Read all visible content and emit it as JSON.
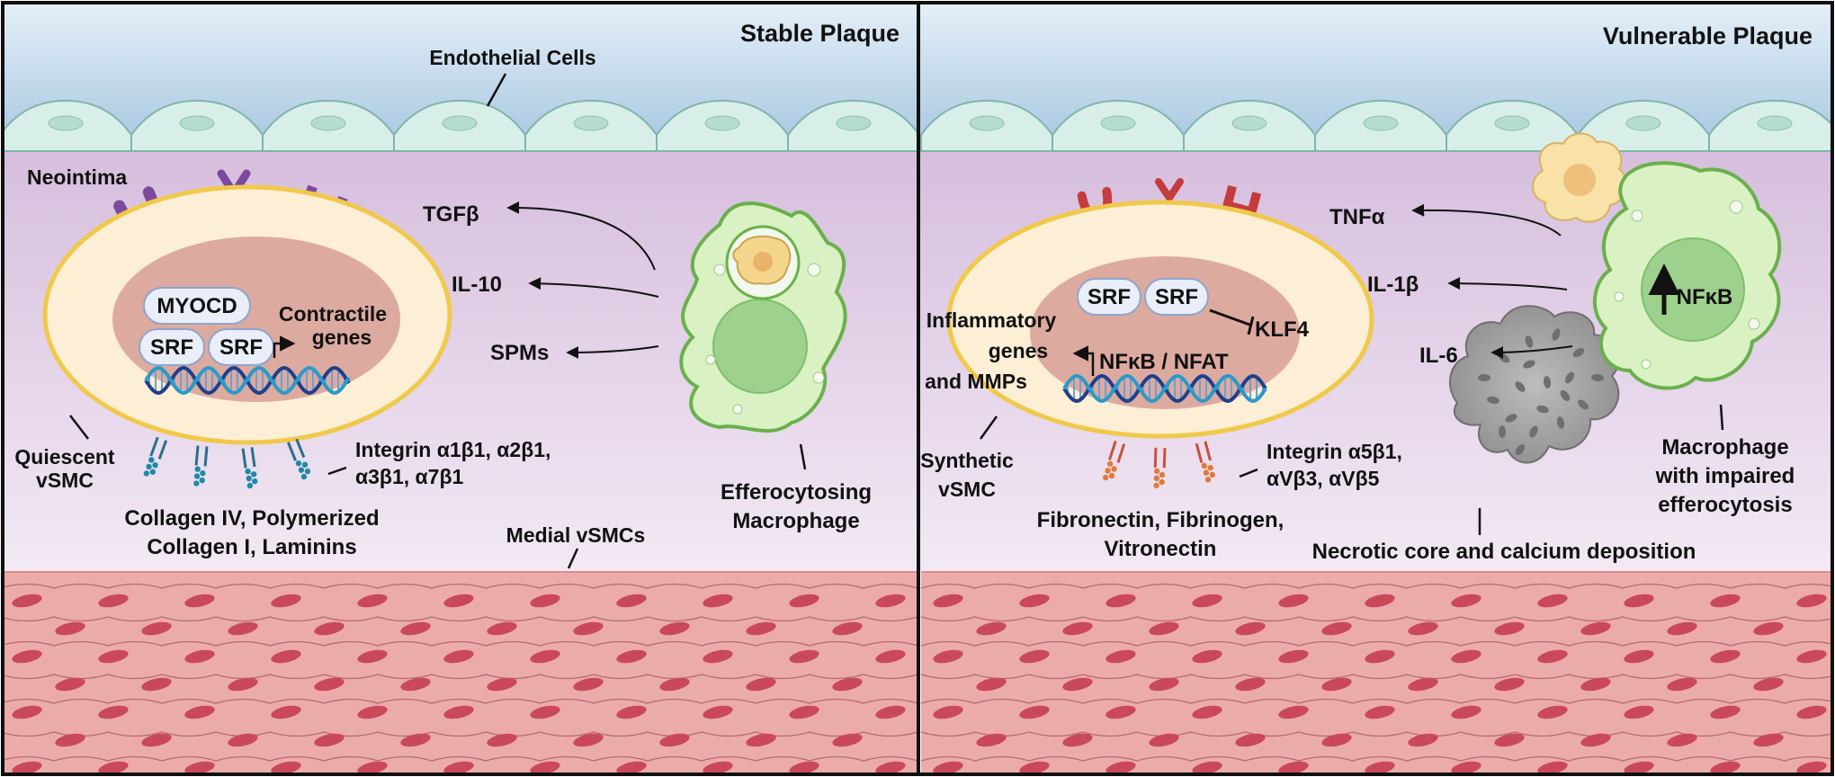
{
  "colors": {
    "lumen": "#b8d2e6",
    "endothelium": "#d8efe9",
    "intima_top": "#d8c3de",
    "intima_bottom": "#efe5f1",
    "media": "#ecabab",
    "smc_nucleus": "#c9495a",
    "vsmc_body": "#fdeed6",
    "vsmc_border": "#f0c94b",
    "nucleus": "#ddaaa0",
    "macrophage": "#d9f1c3",
    "macrophage_border": "#6ab04c",
    "macrophage_nucleus": "#9fd18e",
    "stable_receptor": "#7b4a9e",
    "vulnerable_receptor": "#c43c3c",
    "dna_a": "#1f3f8a",
    "dna_b": "#2a9ac8"
  },
  "stable": {
    "title": "Stable Plaque",
    "endothelial_label": "Endothelial Cells",
    "neointima_label": "Neointima",
    "cytokines": [
      "TGFβ",
      "IL-10",
      "SPMs"
    ],
    "myocd": "MYOCD",
    "srf": [
      "SRF",
      "SRF"
    ],
    "contractile_line1": "Contractile",
    "contractile_line2": "genes",
    "vsmc_line1": "Quiescent",
    "vsmc_line2": "vSMC",
    "integrin_line1": "Integrin α1β1, α2β1,",
    "integrin_line2": "α3β1, α7β1",
    "ecm_line1": "Collagen IV, Polymerized",
    "ecm_line2": "Collagen I, Laminins",
    "medial_label": "Medial vSMCs",
    "macrophage_line1": "Efferocytosing",
    "macrophage_line2": "Macrophage"
  },
  "vulnerable": {
    "title": "Vulnerable Plaque",
    "cytokines": [
      "TNFα",
      "IL-1β",
      "IL-6"
    ],
    "srf": [
      "SRF",
      "SRF"
    ],
    "klf4": "KLF4",
    "inflam_line1": "Inflammatory",
    "inflam_line2": "genes",
    "inflam_line3": "and MMPs",
    "nfkb_nfat": "NFκB / NFAT",
    "vsmc_line1": "Synthetic",
    "vsmc_line2": "vSMC",
    "integrin_line1": "Integrin α5β1,",
    "integrin_line2": "αVβ3, αVβ5",
    "ecm_line1": "Fibronectin, Fibrinogen,",
    "ecm_line2": "Vitronectin",
    "necrotic_label": "Necrotic core and calcium deposition",
    "macrophage_nfkb": "NFκB",
    "macrophage_line1": "Macrophage",
    "macrophage_line2": "with impaired",
    "macrophage_line3": "efferocytosis"
  }
}
